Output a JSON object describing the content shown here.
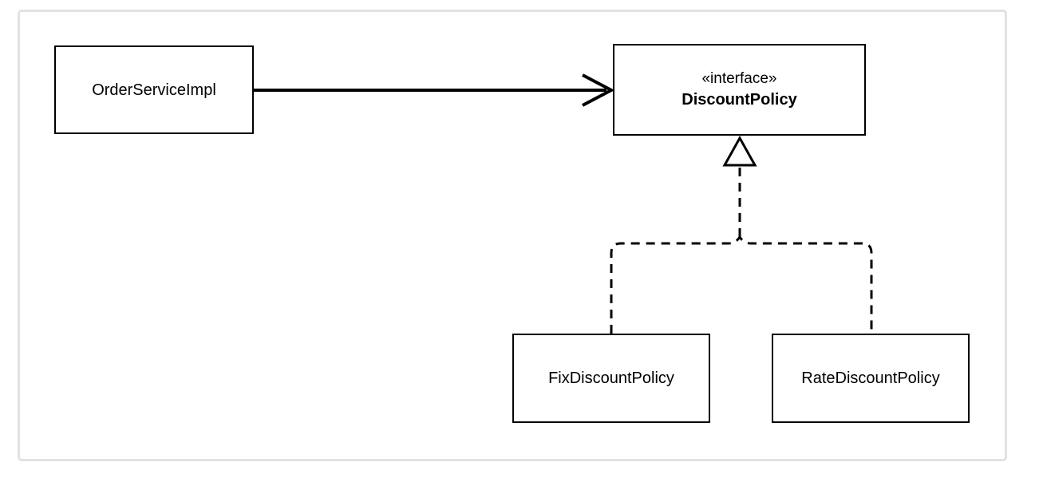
{
  "diagram": {
    "type": "uml-class-diagram",
    "colors": {
      "stroke": "#000000",
      "background": "#ffffff",
      "frame_border": "#e2e2e2"
    },
    "nodes": {
      "order_service": {
        "label": "OrderServiceImpl"
      },
      "discount_policy": {
        "stereotype": "«interface»",
        "label": "DiscountPolicy"
      },
      "fix_discount": {
        "label": "FixDiscountPolicy"
      },
      "rate_discount": {
        "label": "RateDiscountPolicy"
      }
    },
    "edges": [
      {
        "from": "OrderServiceImpl",
        "to": "DiscountPolicy",
        "type": "dependency",
        "style": "solid-open-arrow"
      },
      {
        "from": "FixDiscountPolicy",
        "to": "DiscountPolicy",
        "type": "realization",
        "style": "dashed-hollow-triangle"
      },
      {
        "from": "RateDiscountPolicy",
        "to": "DiscountPolicy",
        "type": "realization",
        "style": "dashed-hollow-triangle"
      }
    ]
  }
}
